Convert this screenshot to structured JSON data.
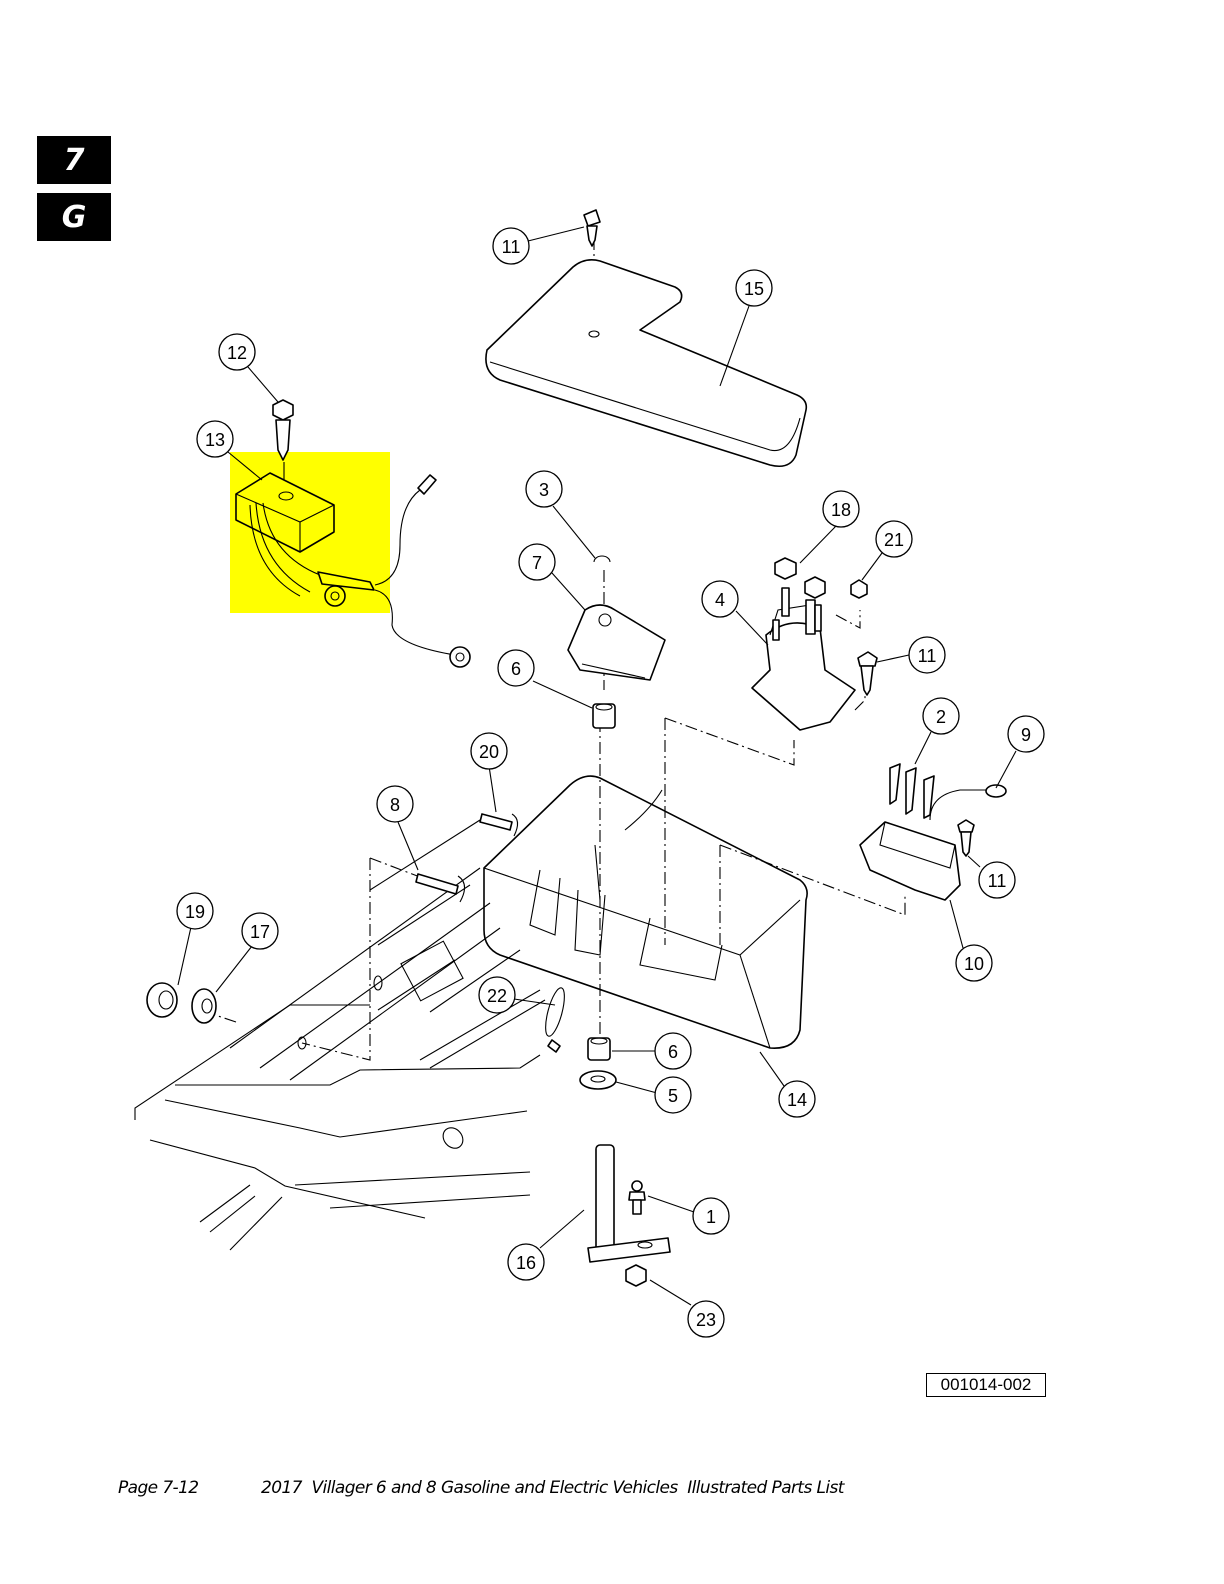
{
  "section_tabs": {
    "chapter": "7",
    "section": "G"
  },
  "highlight_color": "#ffff00",
  "callouts": {
    "c1": "1",
    "c2": "2",
    "c3": "3",
    "c4": "4",
    "c5": "5",
    "c6a": "6",
    "c6b": "6",
    "c7": "7",
    "c8": "8",
    "c9": "9",
    "c10": "10",
    "c11a": "11",
    "c11b": "11",
    "c11c": "11",
    "c12": "12",
    "c13": "13",
    "c14": "14",
    "c15": "15",
    "c16": "16",
    "c17": "17",
    "c18": "18",
    "c19": "19",
    "c20": "20",
    "c21": "21",
    "c22": "22",
    "c23": "23"
  },
  "drawing_id": "001014-002",
  "footer": {
    "page": "Page 7-12",
    "title": "2017  Villager 6 and 8 Gasoline and Electric Vehicles  Illustrated Parts List"
  }
}
